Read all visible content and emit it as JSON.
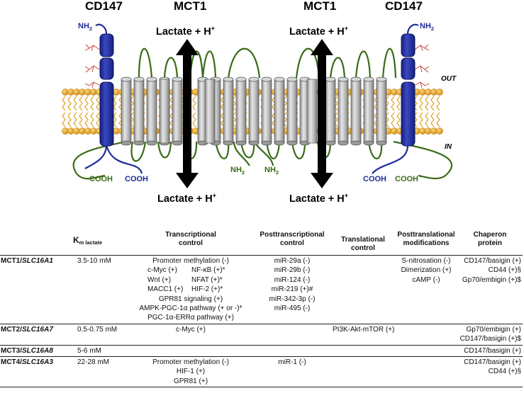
{
  "diagram": {
    "labels": {
      "cd147_left": "CD147",
      "mct1_left": "MCT1",
      "mct1_right": "MCT1",
      "cd147_right": "CD147",
      "lactate_top_left": "Lactate + H",
      "lactate_top_right": "Lactate + H",
      "lactate_bottom_left": "Lactate + H",
      "lactate_bottom_right": "Lactate + H",
      "plus": "+",
      "nh": "NH",
      "nh_sub": "2",
      "out": "OUT",
      "in": "IN",
      "cooh": "COOH"
    },
    "colors": {
      "membrane_head": "#e9a92a",
      "membrane_tail": "#e2a020",
      "cylinder": "#b4b4b4",
      "cd147": "#1f2c99",
      "loop_green": "#3a6b18",
      "sugar_red": "#c0392b",
      "arrow": "#000000"
    }
  },
  "table": {
    "headers": {
      "isoform": "",
      "km_main": "K",
      "km_sub": "m lactate",
      "transcriptional": [
        "Transcriptional",
        "control"
      ],
      "posttranscriptional": [
        "Posttranscriptional",
        "control"
      ],
      "translational": [
        "Translational",
        "control"
      ],
      "posttranslational": [
        "Posttranslational",
        "modifications"
      ],
      "chaperon": [
        "Chaperon",
        "protein"
      ]
    },
    "rows": [
      {
        "name": "MCT1/",
        "gene": "SLC16A1",
        "km": "3.5-10 mM",
        "transcriptional": [
          "Promoter methylation  (-)",
          [
            "c-Myc  (+)",
            "NF-κB  (+)*"
          ],
          [
            "Wnt  (+)",
            "NFAT  (+)*"
          ],
          [
            "MACC1 (+)",
            "HIF-2  (+)*"
          ],
          "GPR81 signaling (+)",
          "AMPK-PGC-1α pathway  (+ or -)*",
          "PGC-1α-ERRα pathway  (+)"
        ],
        "posttranscriptional": [
          "miR-29a (-)",
          "miR-29b (-)",
          "miR-124 (-)",
          "miR-219 (+)#",
          "miR-342-3p  (-)",
          "miR-495  (-)"
        ],
        "translational": [],
        "posttranslational": [
          "S-nitrosation (-)",
          "Dimerization (+)",
          "cAMP  (-)"
        ],
        "chaperon": [
          "CD147/basigin (+)",
          "CD44 (+)§",
          "Gp70/embigin (+)$"
        ]
      },
      {
        "name": "MCT2/",
        "gene": "SLC16A7",
        "km": "0.5-0.75 mM",
        "transcriptional": [
          "c-Myc (+)"
        ],
        "posttranscriptional": [],
        "translational": [
          "PI3K-Akt-mTOR  (+)"
        ],
        "posttranslational": [],
        "chaperon": [
          "Gp70/embigin (+)",
          "CD147/basigin (+)$"
        ]
      },
      {
        "name": "MCT3/",
        "gene": "SLC16A8",
        "km": "5-6 mM",
        "transcriptional": [],
        "posttranscriptional": [],
        "translational": [],
        "posttranslational": [],
        "chaperon": [
          "CD147/basigin (+)"
        ]
      },
      {
        "name": "MCT4/",
        "gene": "SLC16A3",
        "km": "22-28 mM",
        "transcriptional": [
          "Promoter methylation  (-)",
          "HIF-1  (+)",
          "GPR81 (+)"
        ],
        "posttranscriptional": [
          "miR-1 (-)"
        ],
        "translational": [],
        "posttranslational": [],
        "chaperon": [
          "CD147/basigin (+)",
          "CD44 (+)§"
        ]
      }
    ]
  }
}
